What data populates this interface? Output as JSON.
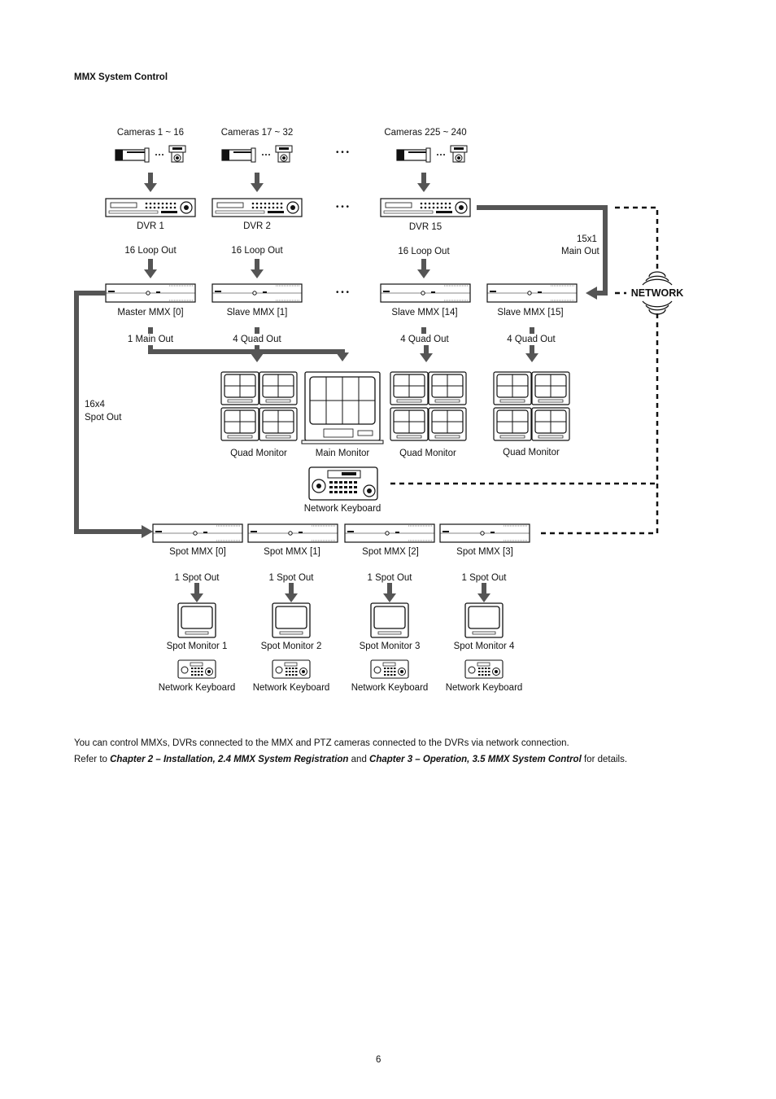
{
  "title": "MMX System Control",
  "cameras": [
    "Cameras 1 ~ 16",
    "Cameras 17 ~ 32",
    "Cameras 225 ~ 240"
  ],
  "dvrs": [
    "DVR 1",
    "DVR 2",
    "DVR 15"
  ],
  "loop_out": "16 Loop Out",
  "main_out_15x1": [
    "15x1",
    "Main Out"
  ],
  "network_label": "NETWORK",
  "mmx": [
    "Master MMX [0]",
    "Slave MMX [1]",
    "Slave MMX [14]",
    "Slave MMX [15]"
  ],
  "outputs": [
    "1 Main Out",
    "4 Quad Out",
    "4 Quad Out",
    "4 Quad Out"
  ],
  "spot_out_16x4": [
    "16x4",
    "Spot Out"
  ],
  "monitors": [
    "Quad Monitor",
    "Main Monitor",
    "Quad Monitor",
    "Quad Monitor"
  ],
  "network_keyboard": "Network Keyboard",
  "spot_mmx": [
    "Spot MMX [0]",
    "Spot MMX [1]",
    "Spot MMX [2]",
    "Spot MMX [3]"
  ],
  "spot_out": "1 Spot Out",
  "spot_monitors": [
    "Spot Monitor 1",
    "Spot Monitor 2",
    "Spot Monitor 3",
    "Spot Monitor 4"
  ],
  "ellipsis": "• • •",
  "footnote": {
    "line1": "You can control MMXs, DVRs connected to the MMX and PTZ cameras connected to the DVRs via network connection.",
    "refer": "Refer to",
    "ref1": "Chapter 2 – Installation, 2.4 MMX System Registration",
    "and": "and",
    "ref2": "Chapter 3 – Operation, 3.5 MMX System Control",
    "tail": "for details."
  },
  "page_number": "6"
}
